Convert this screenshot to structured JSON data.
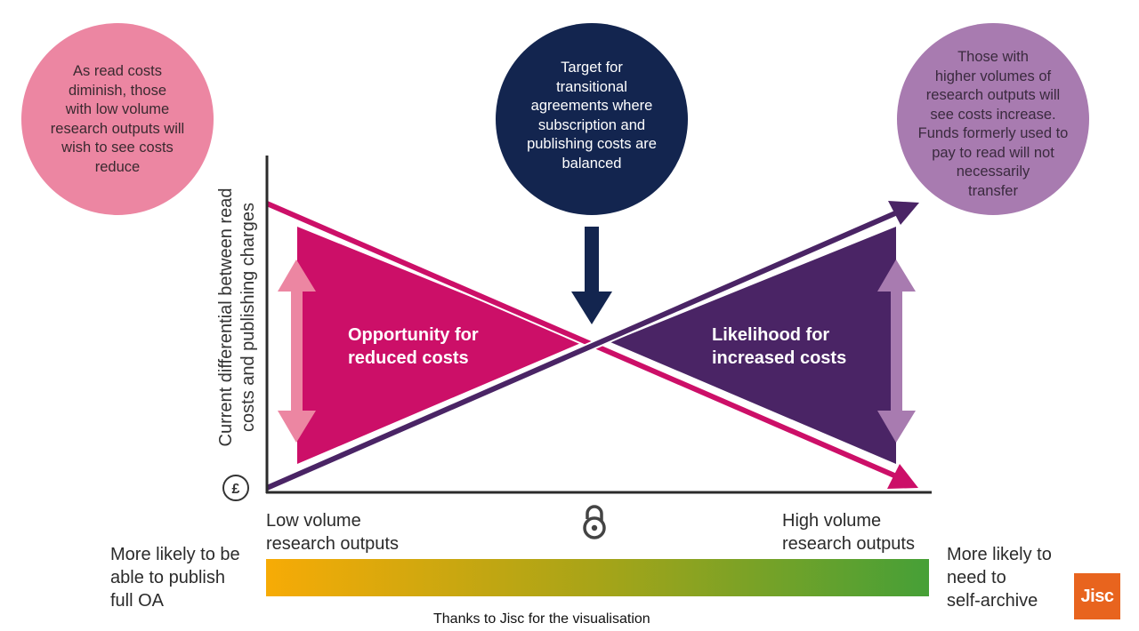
{
  "circles": {
    "left": "As read costs\ndiminish, those\nwith low volume\nresearch outputs will\nwish to see costs\nreduce",
    "center": "Target for\ntransitional\nagreements where\nsubscription and\npublishing costs are\nbalanced",
    "right": "Those with\nhigher volumes of\nresearch outputs will\nsee costs increase.\nFunds formerly used to\npay to read will not\nnecessarily\ntransfer"
  },
  "y_axis_label": "Current differential between read\ncosts and publishing charges",
  "triangles": {
    "left_label": "Opportunity for\nreduced costs",
    "right_label": "Likelihood for\nincreased costs"
  },
  "x_axis": {
    "low_label": "Low volume\nresearch outputs",
    "high_label": "High volume\nresearch outputs"
  },
  "outcomes": {
    "left": "More likely to be\nable to publish\nfull OA",
    "right": "More likely to\nneed to\nself-archive"
  },
  "currency_symbol": "£",
  "credit": "Thanks to Jisc for the visualisation",
  "logo_text": "Jisc",
  "icons": {
    "currency": "pound-circle-icon",
    "open_access": "open-access-lock-icon",
    "target_arrow": "down-arrow-icon"
  },
  "colors": {
    "pink_circle": "#ec86a2",
    "navy_circle": "#13254f",
    "purple_circle": "#a87bb0",
    "magenta": "#cc0f68",
    "dark_purple": "#4a2465",
    "light_pink_arrow": "#ec86a2",
    "light_purple_arrow": "#a87bb0",
    "gradient_start": "#f7ab06",
    "gradient_end": "#46a037",
    "logo": "#e8641e"
  }
}
